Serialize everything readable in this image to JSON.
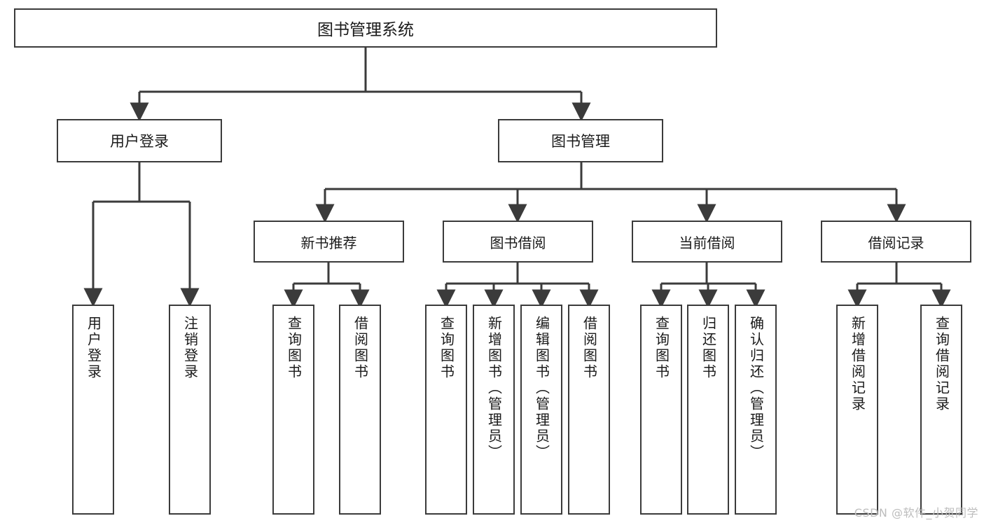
{
  "diagram": {
    "type": "tree",
    "title": "图书管理系统",
    "root": {
      "label": "图书管理系统"
    },
    "level2": [
      {
        "label": "用户登录"
      },
      {
        "label": "图书管理"
      }
    ],
    "level3": [
      {
        "label": "新书推荐"
      },
      {
        "label": "图书借阅"
      },
      {
        "label": "当前借阅"
      },
      {
        "label": "借阅记录"
      }
    ],
    "leaves": {
      "user_login": [
        {
          "label": "用户登录"
        },
        {
          "label": "注销登录"
        }
      ],
      "new_book_recommend": [
        {
          "label": "查询图书"
        },
        {
          "label": "借阅图书"
        }
      ],
      "book_borrow": [
        {
          "label": "查询图书"
        },
        {
          "label": "新增图书（管理员）"
        },
        {
          "label": "编辑图书（管理员）"
        },
        {
          "label": "借阅图书"
        }
      ],
      "current_borrow": [
        {
          "label": "查询图书"
        },
        {
          "label": "归还图书"
        },
        {
          "label": "确认归还（管理员）"
        }
      ],
      "borrow_record": [
        {
          "label": "新增借阅记录"
        },
        {
          "label": "查询借阅记录"
        }
      ]
    }
  },
  "watermark": {
    "text": "CSDN @软件_小贺同学"
  },
  "colors": {
    "border": "#3b3b3b",
    "background": "#ffffff",
    "text": "#1a1a1a",
    "watermark": "#bdbdbd"
  }
}
